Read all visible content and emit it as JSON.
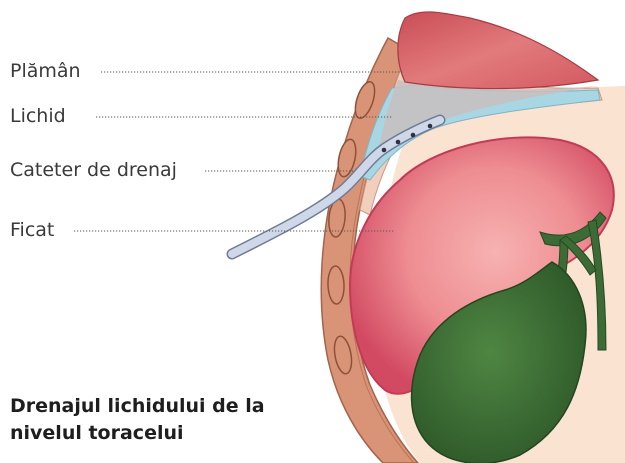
{
  "labels": {
    "lung": "Plămân",
    "fluid": "Lichid",
    "drain": "Cateter de drenaj",
    "liver": "Ficat"
  },
  "caption": {
    "line1": "Drenajul lichidului de la",
    "line2": "nivelul toracelui"
  },
  "colors": {
    "lung": "#d96a6e",
    "fluid": "#a9d6e3",
    "rib_band": "#d99478",
    "pleura": "#f5dccb",
    "liver": "#e0757f",
    "gallbladder": "#3d6b35",
    "catheter": "#c9d3e6",
    "text": "#3a3a3a",
    "caption": "#1e1e1e"
  }
}
